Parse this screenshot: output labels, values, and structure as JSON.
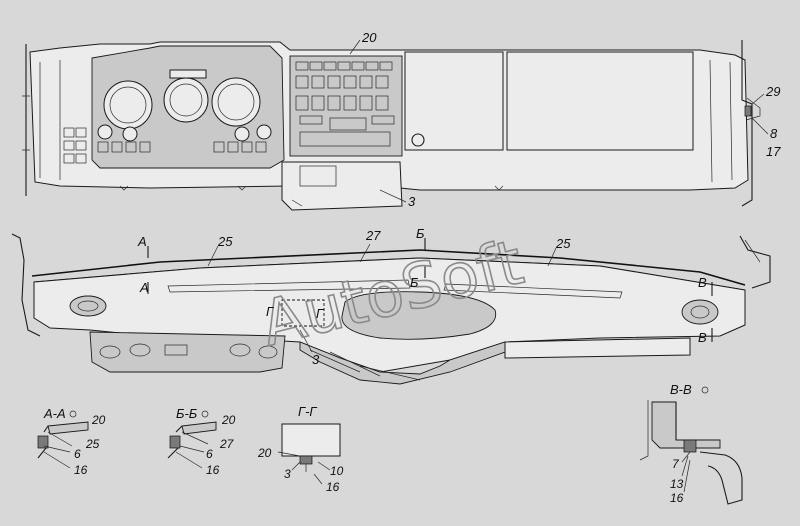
{
  "watermark": "AutoSoft",
  "callouts": {
    "top_20": "20",
    "top_3": "3",
    "top_29": "29",
    "top_8": "8",
    "top_17": "17",
    "mid_A_top": "А",
    "mid_A_bot": "А",
    "mid_25_left": "25",
    "mid_27": "27",
    "mid_B_top": "Б",
    "mid_B_bot": "Б",
    "mid_25_right": "25",
    "mid_V_top": "В",
    "mid_V_bot": "В",
    "mid_G_left": "Г",
    "mid_G_right": "Г",
    "mid_3": "3"
  },
  "sections": [
    {
      "title": "А-А",
      "labels": [
        "20",
        "25",
        "6",
        "16"
      ]
    },
    {
      "title": "Б-Б",
      "labels": [
        "20",
        "27",
        "6",
        "16"
      ]
    },
    {
      "title": "Г-Г",
      "labels": [
        "20",
        "10",
        "3",
        "16"
      ]
    },
    {
      "title": "В-В",
      "labels": [
        "7",
        "13",
        "16"
      ]
    }
  ]
}
